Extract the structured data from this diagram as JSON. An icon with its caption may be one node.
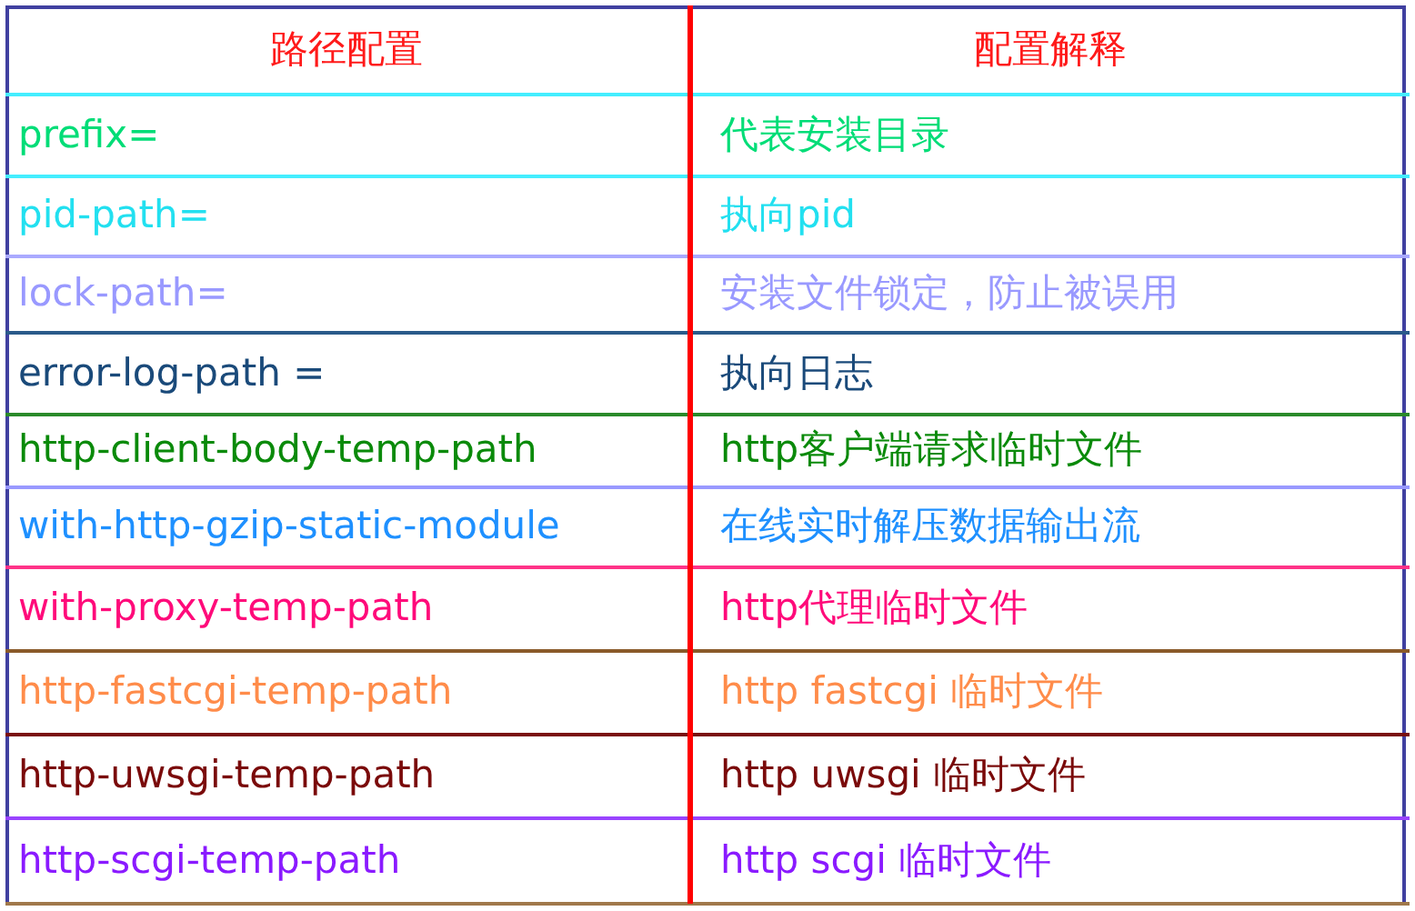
{
  "diagram": {
    "labels": [
      "路径配置",
      "配置解释",
      "prefix=",
      "代表安装目录",
      "pid-path=",
      "执向pid",
      "lock-path=",
      "安装文件锁定，防止被误用",
      "error-log-path =",
      "执向日志",
      "http-client-body-temp-path",
      "http客户端请求临时文件",
      "with-http-gzip-static-module",
      "在线实时解压数据输出流",
      "with-proxy-temp-path",
      "http代理临时文件",
      "http-fastcgi-temp-path",
      "http fastcgi 临时文件",
      "http-uwsgi-temp-path",
      "http uwsgi 临时文件",
      "http-scgi-temp-path",
      "http scgi 临时文件"
    ]
  }
}
